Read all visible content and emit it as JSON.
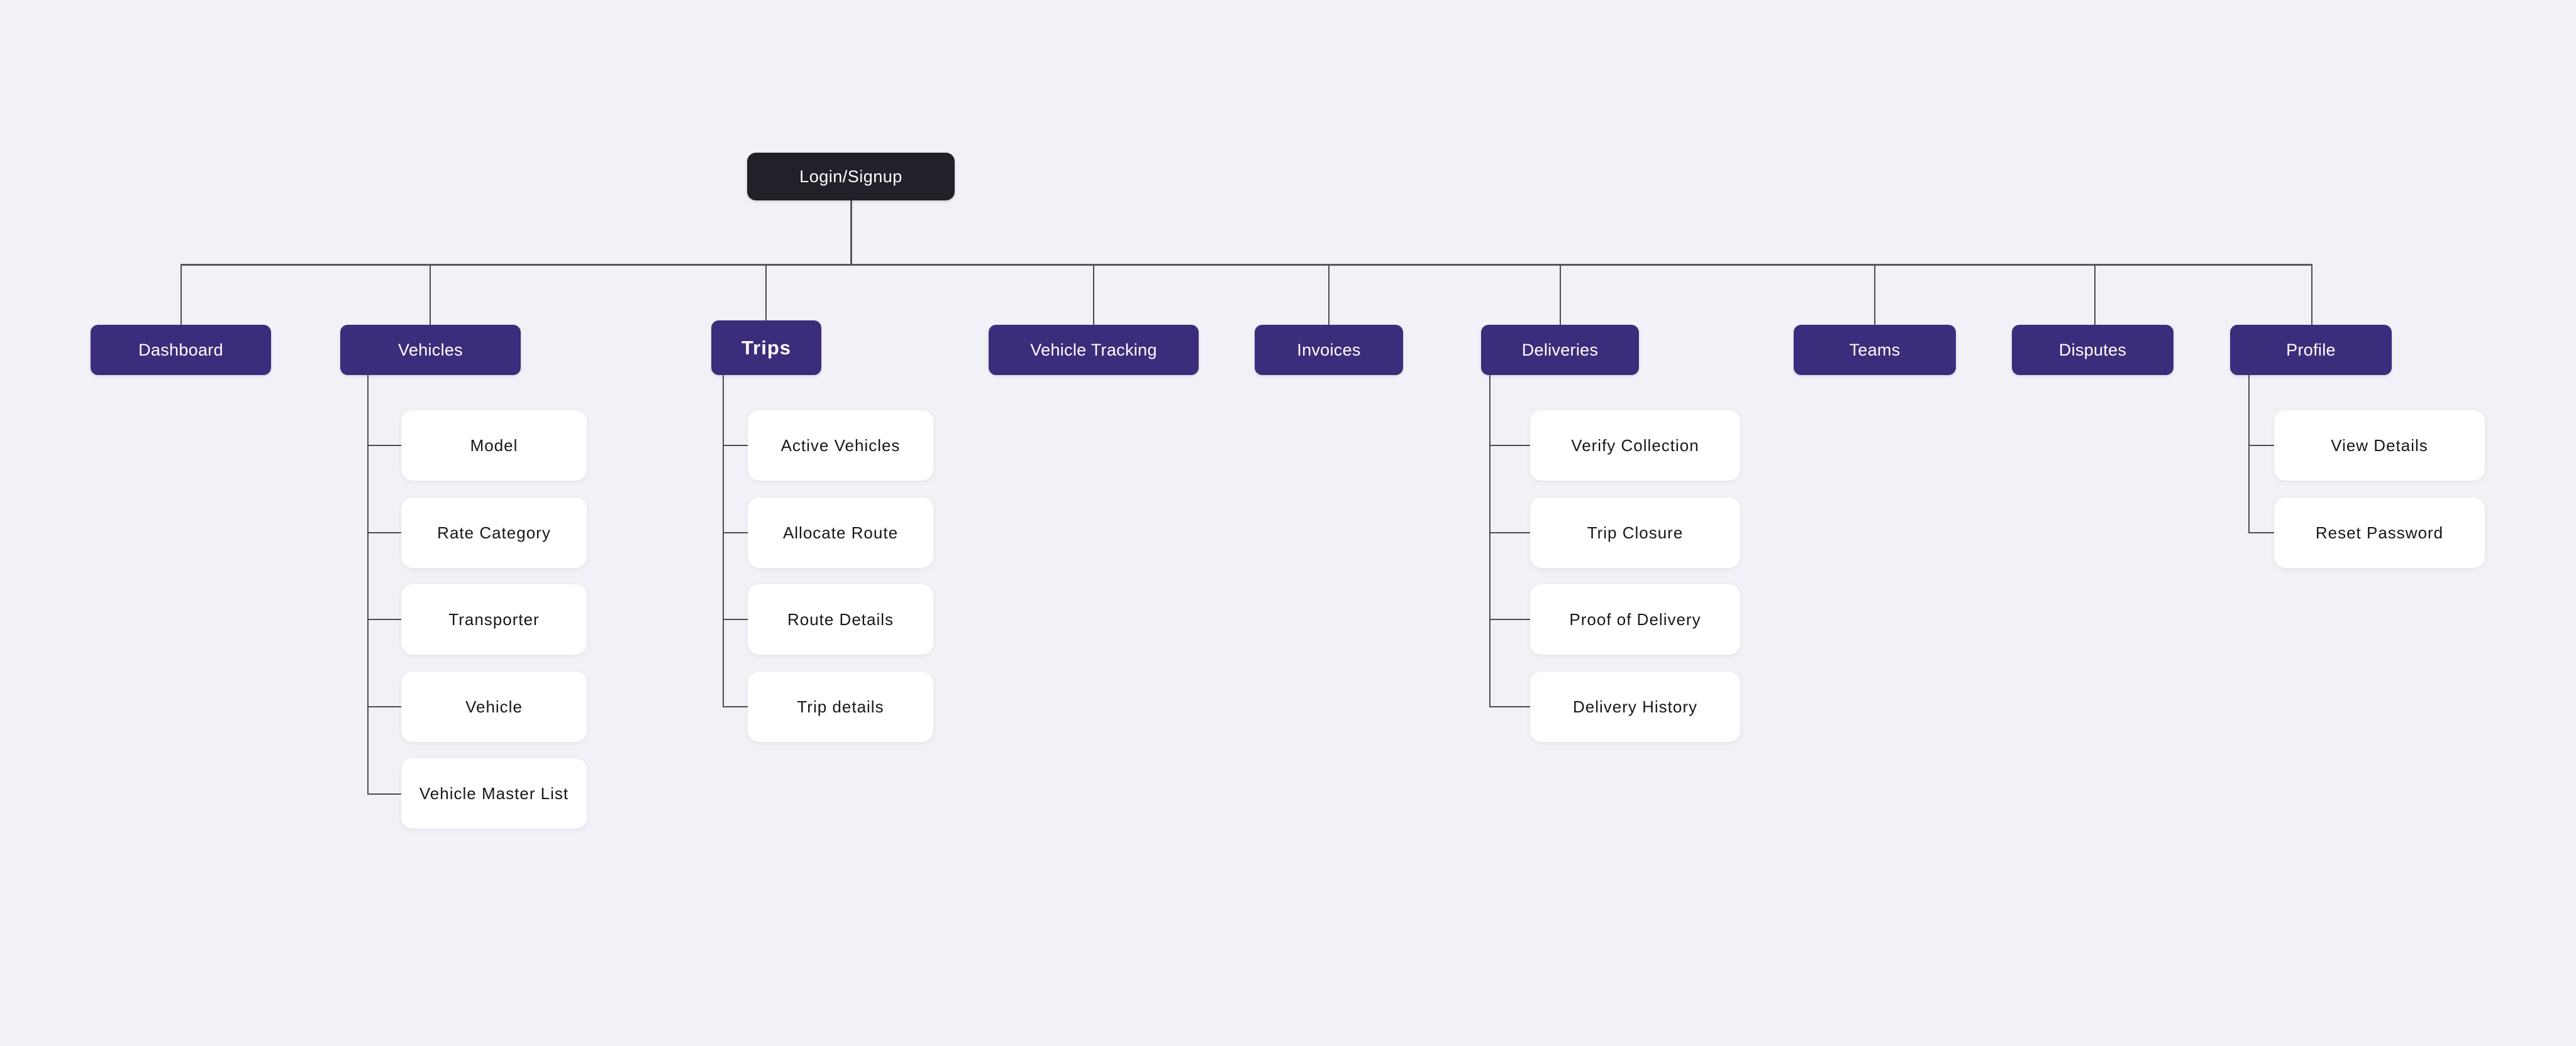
{
  "root": {
    "label": "Login/Signup"
  },
  "colors": {
    "background": "#f1f2f7",
    "root_node": "#222028",
    "section_node": "#3b2d7c",
    "card": "#ffffff",
    "card_text": "#17171a",
    "connector": "#4c4c4f"
  },
  "sections": [
    {
      "id": "dashboard",
      "label": "Dashboard",
      "children": []
    },
    {
      "id": "vehicles",
      "label": "Vehicles",
      "children": [
        "Model",
        "Rate Category",
        "Transporter",
        "Vehicle",
        "Vehicle Master List"
      ]
    },
    {
      "id": "trips",
      "label": "Trips",
      "children": [
        "Active Vehicles",
        "Allocate Route",
        "Route Details",
        "Trip details"
      ]
    },
    {
      "id": "vehicle-tracking",
      "label": "Vehicle Tracking",
      "children": []
    },
    {
      "id": "invoices",
      "label": "Invoices",
      "children": []
    },
    {
      "id": "deliveries",
      "label": "Deliveries",
      "children": [
        "Verify Collection",
        "Trip Closure",
        "Proof of Delivery",
        "Delivery History"
      ]
    },
    {
      "id": "teams",
      "label": "Teams",
      "children": []
    },
    {
      "id": "disputes",
      "label": "Disputes",
      "children": []
    },
    {
      "id": "profile",
      "label": "Profile",
      "children": [
        "View Details",
        "Reset Password"
      ]
    }
  ]
}
